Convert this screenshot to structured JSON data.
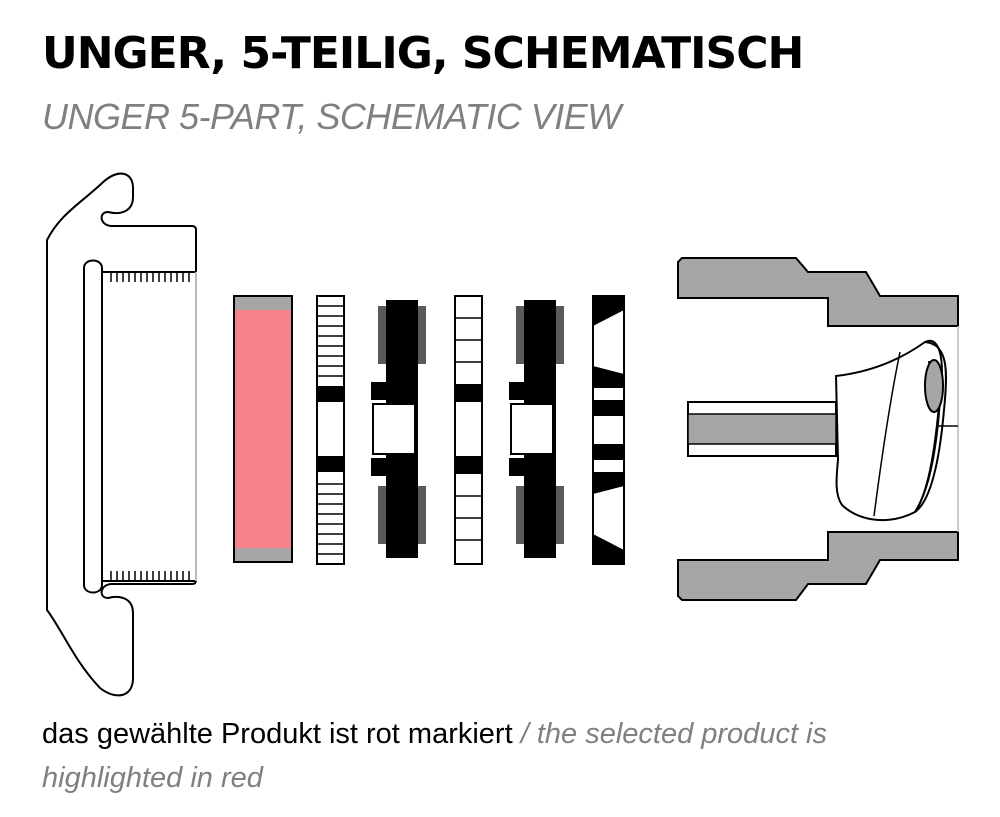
{
  "header": {
    "title": "UNGER, 5-TEILIG, SCHEMATISCH",
    "subtitle": "UNGER 5-PART, SCHEMATIC VIEW"
  },
  "caption": {
    "german": "das gewählte Produkt ist rot markiert",
    "separator": " / ",
    "english": "the selected product is highlighted in red"
  },
  "colors": {
    "highlight": "#f9838d",
    "part_gray": "#a6a6a6",
    "dark_gray": "#5a5a5a",
    "outline": "#000000",
    "subtitle_gray": "#808080"
  },
  "parts": [
    {
      "name": "mouthpiece-housing"
    },
    {
      "name": "selected-insert"
    },
    {
      "name": "slotted-ring"
    },
    {
      "name": "profile-gasket"
    },
    {
      "name": "slotted-ring"
    },
    {
      "name": "profile-gasket"
    },
    {
      "name": "wedge-ring"
    },
    {
      "name": "horn-outer-body"
    }
  ]
}
